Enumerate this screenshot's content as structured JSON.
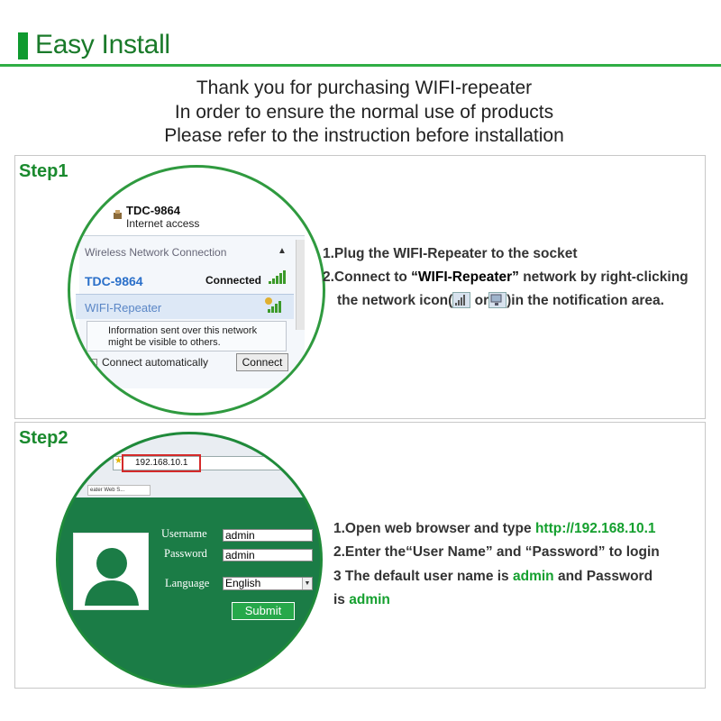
{
  "header": {
    "title": "Easy Install",
    "intro": [
      "Thank you for purchasing WIFI-repeater",
      "In order to ensure the normal use of products",
      "Please refer to the instruction before installation"
    ]
  },
  "step1": {
    "label": "Step1",
    "popup": {
      "top_network": "TDC-9864",
      "top_status": "Internet access",
      "section": "Wireless Network Connection",
      "network1": "TDC-9864",
      "network1_status": "Connected",
      "network2": "WIFI-Repeater",
      "info": [
        "Information sent over this network",
        "might be visible to others."
      ],
      "auto_connect": "Connect automatically",
      "connect_button": "Connect"
    },
    "instructions": {
      "line1": "1.Plug the WIFI-Repeater to the socket",
      "line2_pre": "2.Connect to ",
      "line2_bold": "“WIFI-Repeater”",
      "line2_post": " network by right-clicking",
      "line3_pre": "the network icon(",
      "line3_mid": " or",
      "line3_post": ")in the notification area."
    }
  },
  "step2": {
    "label": "Step2",
    "browser": {
      "url": "192.168.10.1",
      "tab": "eater Web S..."
    },
    "login": {
      "username_label": "Username",
      "username_value": "admin",
      "password_label": "Password",
      "password_value": "admin",
      "language_label": "Language",
      "language_value": "English",
      "submit": "Submit"
    },
    "instructions": {
      "line1_pre": "1.Open web browser and type ",
      "line1_url": "http://192.168.10.1",
      "line2": "2.Enter the“User Name” and “Password” to login",
      "line3_pre": "3 The default user name is ",
      "line3_user": "admin",
      "line3_post": " and Password",
      "line4_pre": "is ",
      "line4_pass": "admin"
    }
  },
  "colors": {
    "accent": "#0f9a2f",
    "link_green": "#15a02f",
    "login_bg": "#1b7c46"
  }
}
